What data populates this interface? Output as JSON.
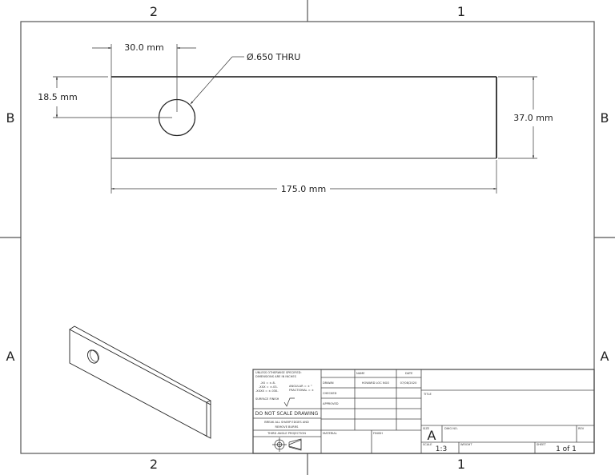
{
  "sheet": {
    "zones_top": [
      "2",
      "1"
    ],
    "zones_bottom": [
      "2",
      "1"
    ],
    "zones_left": [
      "B",
      "A"
    ],
    "zones_right": [
      "B",
      "A"
    ]
  },
  "front_view": {
    "dimensions": {
      "hole_x": "30.0 mm",
      "hole_y": "18.5 mm",
      "height": "37.0 mm",
      "length": "175.0 mm"
    },
    "hole_callout": "Ø.650 THRU"
  },
  "title_block": {
    "tolerance_notes": {
      "line1": "UNLESS OTHERWISE SPECIFIED:",
      "line2": "DIMENSIONS ARE IN INCHES",
      "tol1": ".XX = ±.8-",
      "tol2": ".XXX = ±.03-",
      "tol3": ".XXXX = ±.030-",
      "angular": "ANGULAR = ± °",
      "fractional": "FRACTIONAL = ±",
      "surface_finish": "SURFACE FINISH"
    },
    "do_not_scale": "DO NOT SCALE DRAWING",
    "break_edges_1": "BREAK ALL SHARP EDGES AND",
    "break_edges_2": "REMOVE BURRS",
    "projection": "THIRD ANGLE PROJECTION",
    "headers": {
      "name": "NAME",
      "date": "DATE"
    },
    "rows": {
      "drawn": {
        "label": "DRAWN",
        "name": "HOWARD LOC NGO",
        "date": "07/08/2020"
      },
      "checked": {
        "label": "CHECKED"
      },
      "approved": {
        "label": "APPROVED"
      }
    },
    "material_label": "MATERIAL",
    "finish_label": "FINISH",
    "title_label": "TITLE",
    "size_label": "SIZE",
    "size_value": "A",
    "dwg_no_label": "DWG NO.",
    "rev_label": "REV",
    "scale_label": "SCALE",
    "scale_value": "1:3",
    "weight_label": "WEIGHT",
    "sheet_label": "SHEET",
    "sheet_value": "1 of 1"
  }
}
